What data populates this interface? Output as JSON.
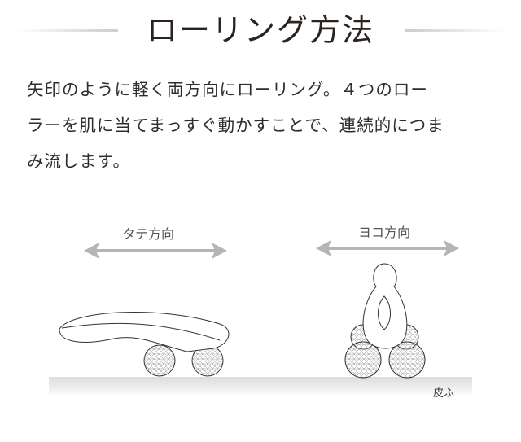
{
  "heading": {
    "title": "ローリング方法"
  },
  "description": {
    "lines": [
      "矢印のように軽く両方向にローリング。４つのロー",
      "ラーを肌に当てまっすぐ動かすことで、連続的につま",
      "み流します。"
    ]
  },
  "diagram": {
    "vertical_label": "タテ方向",
    "horizontal_label": "ヨコ方向",
    "skin_label": "皮ふ",
    "arrow_color": "#b5b5b5",
    "skin_color": "#e6e6e6"
  }
}
